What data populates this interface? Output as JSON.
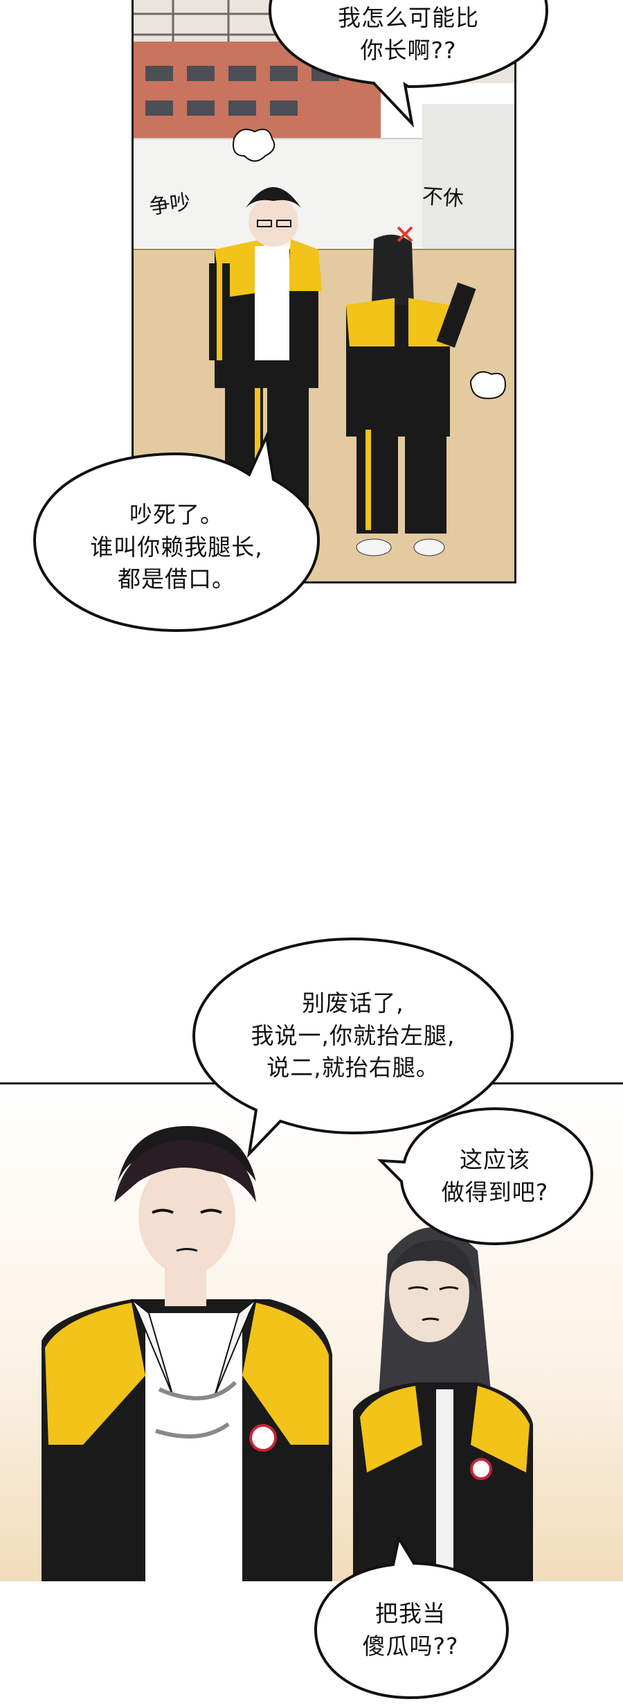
{
  "panel1": {
    "bubble_top": {
      "lines": [
        "我怎么可能比",
        "你长啊??"
      ]
    },
    "sfx_left": "争吵",
    "sfx_right": "不休",
    "bubble_bottom": {
      "lines": [
        "吵死了。",
        "谁叫你赖我腿长,",
        "都是借口。"
      ]
    }
  },
  "panel2": {
    "bubble_main": {
      "lines": [
        "别废话了,",
        "我说一,你就抬左腿,",
        "说二,就抬右腿。"
      ]
    },
    "bubble_side": {
      "lines": [
        "这应该",
        "做得到吧?"
      ]
    },
    "bubble_bottom": {
      "lines": [
        "把我当",
        "傻瓜吗??"
      ]
    }
  },
  "colors": {
    "jacket_yellow": "#f2c318",
    "jacket_black": "#1a1a1a",
    "floor_tan": "#e3caa0",
    "wall_white": "#f3f3f1"
  }
}
